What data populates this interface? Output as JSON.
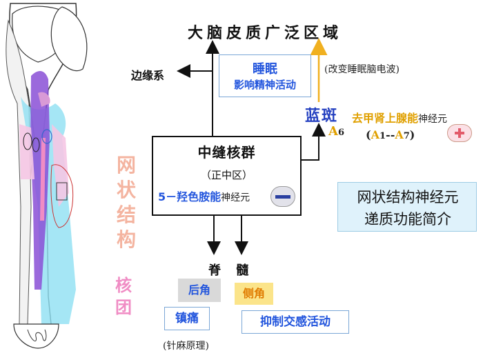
{
  "cortex": "大脑皮质广泛区域",
  "limbic": "边缘系",
  "sleep_box": {
    "line1": "睡眠",
    "line2": "影响精神活动"
  },
  "eeg_note": "(改变睡眠脑电波)",
  "locus_coeruleus": {
    "name": "蓝斑",
    "code_letter": "A",
    "code_num": "6"
  },
  "norepinephrine": {
    "label": "去甲肾上腺能",
    "neuron": "神经元",
    "range_open": "(",
    "a1": "A",
    "n1": "1",
    "sep": "--",
    "a7": "A",
    "n7": "7",
    "range_close": ")"
  },
  "raphe": {
    "title": "中缝核群",
    "zone": "（正中区）",
    "transmitter": "5－羟色胺能",
    "neuron": "神经元"
  },
  "info_box": {
    "line1": "网状结构神经元",
    "line2": "递质功能简介"
  },
  "spinal_cord": "脊 髓",
  "dorsal_horn": "后角",
  "lateral_horn": "侧角",
  "analgesia": "镇痛",
  "acupuncture": "(针麻原理)",
  "sympathetic": "抑制交感活动",
  "side_label": [
    "网",
    "状",
    "结",
    "构"
  ],
  "side_label2": [
    "核",
    "团"
  ],
  "colors": {
    "blue_text": "#2255dd",
    "gold_text": "#e0a000",
    "purple_region": "#8a4fd6",
    "cyan_region": "#6fd3ea",
    "pink_region": "#d99ad6"
  }
}
